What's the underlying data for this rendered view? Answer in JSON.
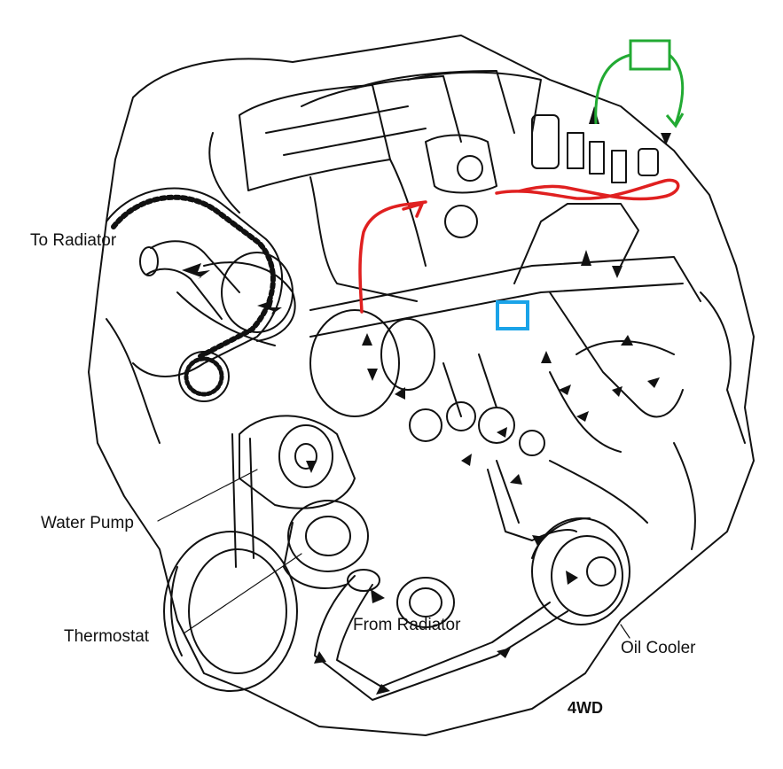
{
  "labels": {
    "to_radiator": "To Radiator",
    "water_pump": "Water Pump",
    "thermostat": "Thermostat",
    "from_radiator": "From Radiator",
    "oil_cooler": "Oil Cooler",
    "variant": "4WD"
  },
  "annotations": {
    "red_path_color": "#e02020",
    "green_loop_color": "#22aa33",
    "blue_box_color": "#1aa3e8"
  },
  "colors": {
    "line_art": "#111111",
    "background": "#ffffff"
  }
}
